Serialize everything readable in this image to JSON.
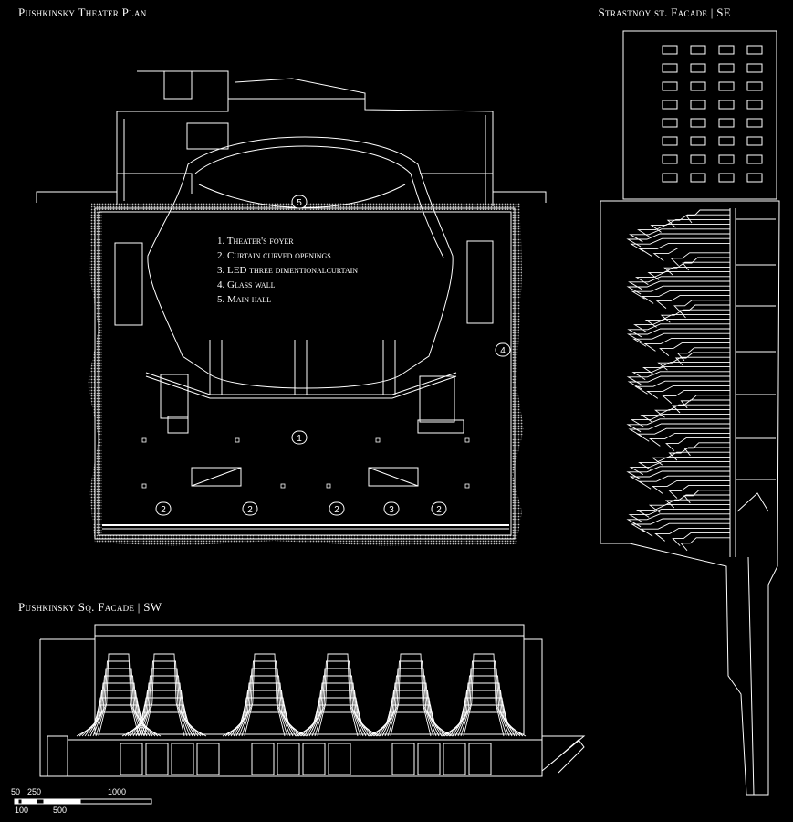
{
  "titles": {
    "plan": "Pushkinsky Theater Plan",
    "facade_se": "Strastnoy st. Facade | SE",
    "facade_sw": "Pushkinsky Sq. Facade | SW"
  },
  "legend": [
    "1. Theater's foyer",
    "2. Curtain curved openings",
    "3. LED three dimentionalcurtain",
    "4. Glass wall",
    "5. Main hall"
  ],
  "markers": [
    "1",
    "2",
    "3",
    "4",
    "5"
  ],
  "scale": {
    "top_labels": [
      "50",
      "250",
      "1000"
    ],
    "bottom_labels": [
      "100",
      "500"
    ]
  },
  "colors": {
    "background": "#000000",
    "line": "#ffffff",
    "hatch": "#bdbdbd"
  }
}
